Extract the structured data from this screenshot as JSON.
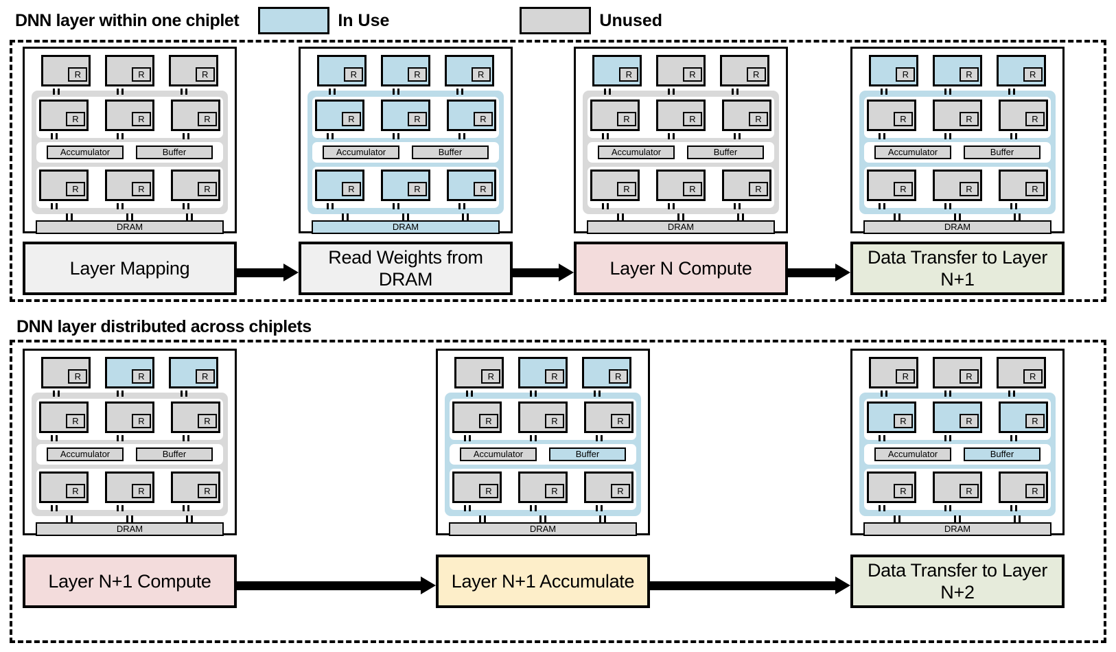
{
  "legend": {
    "title": "DNN layer within one chiplet",
    "entries": [
      {
        "label": "In Use",
        "color": "#bcdce9"
      },
      {
        "label": "Unused",
        "color": "#d6d6d6"
      }
    ]
  },
  "section_label_bottom": "DNN layer distributed across chiplets",
  "labels": {
    "router": "R",
    "accumulator": "Accumulator",
    "buffer": "Buffer",
    "dram": "DRAM"
  },
  "colors": {
    "in_use": "#bcdce9",
    "unused": "#d6d6d6",
    "wrapper_gray": "#d9d9d9",
    "box_neutral": "#f0f0f0",
    "box_pink": "#f3dcdc",
    "box_green": "#e6ebdb",
    "box_yellow": "#fdeec9",
    "outline": "#000000"
  },
  "stages": [
    {
      "id": "layer-mapping",
      "label": "Layer Mapping",
      "box_color": "#f0f0f0",
      "chiplet": {
        "wrapper": "unused",
        "dram": "unused",
        "accumulator": "unused",
        "buffer": "unused",
        "pe_rows": [
          [
            "unused",
            "unused",
            "unused"
          ],
          [
            "unused",
            "unused",
            "unused"
          ],
          [
            "unused",
            "unused",
            "unused"
          ]
        ]
      }
    },
    {
      "id": "read-weights-from-dram",
      "label": "Read Weights from DRAM",
      "box_color": "#f0f0f0",
      "chiplet": {
        "wrapper": "in_use",
        "dram": "in_use",
        "accumulator": "unused",
        "buffer": "unused",
        "pe_rows": [
          [
            "in_use",
            "in_use",
            "in_use"
          ],
          [
            "in_use",
            "in_use",
            "in_use"
          ],
          [
            "in_use",
            "in_use",
            "in_use"
          ]
        ]
      }
    },
    {
      "id": "layer-n-compute",
      "label": "Layer N Compute",
      "box_color": "#f3dcdc",
      "chiplet": {
        "wrapper": "unused",
        "dram": "unused",
        "accumulator": "unused",
        "buffer": "unused",
        "pe_rows": [
          [
            "in_use",
            "unused",
            "unused"
          ],
          [
            "unused",
            "unused",
            "unused"
          ],
          [
            "unused",
            "unused",
            "unused"
          ]
        ]
      }
    },
    {
      "id": "data-transfer-to-layer-n1",
      "label": "Data Transfer to Layer N+1",
      "box_color": "#e6ebdb",
      "chiplet": {
        "wrapper": "in_use",
        "dram": "unused",
        "accumulator": "unused",
        "buffer": "unused",
        "pe_rows": [
          [
            "in_use",
            "in_use",
            "in_use"
          ],
          [
            "unused",
            "unused",
            "unused"
          ],
          [
            "unused",
            "unused",
            "unused"
          ]
        ]
      }
    },
    {
      "id": "layer-n1-compute",
      "label": "Layer N+1 Compute",
      "box_color": "#f3dcdc",
      "chiplet": {
        "wrapper": "unused",
        "dram": "unused",
        "accumulator": "unused",
        "buffer": "unused",
        "pe_rows": [
          [
            "unused",
            "in_use",
            "in_use"
          ],
          [
            "unused",
            "unused",
            "unused"
          ],
          [
            "unused",
            "unused",
            "unused"
          ]
        ]
      }
    },
    {
      "id": "layer-n1-accumulate",
      "label": "Layer N+1 Accumulate",
      "box_color": "#fdeec9",
      "chiplet": {
        "wrapper": "in_use",
        "dram": "unused",
        "accumulator": "unused",
        "buffer": "in_use",
        "pe_rows": [
          [
            "unused",
            "in_use",
            "in_use"
          ],
          [
            "unused",
            "unused",
            "unused"
          ],
          [
            "unused",
            "unused",
            "unused"
          ]
        ]
      }
    },
    {
      "id": "data-transfer-to-layer-n2",
      "label": "Data Transfer to Layer N+2",
      "box_color": "#e6ebdb",
      "chiplet": {
        "wrapper": "in_use",
        "dram": "unused",
        "accumulator": "unused",
        "buffer": "in_use",
        "pe_rows": [
          [
            "unused",
            "unused",
            "unused"
          ],
          [
            "in_use",
            "in_use",
            "in_use"
          ],
          [
            "unused",
            "unused",
            "unused"
          ]
        ]
      }
    }
  ]
}
